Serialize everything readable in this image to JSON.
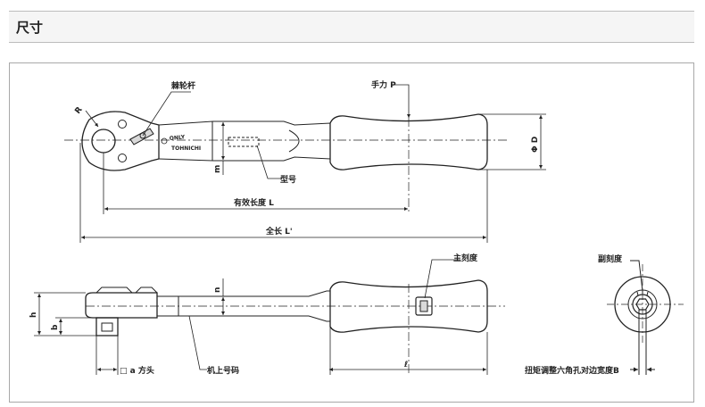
{
  "page": {
    "title": "尺寸"
  },
  "labels": {
    "ratchet_rod": "棘轮杆",
    "hand_force": "手力 P",
    "radius": "R",
    "phi_d": "Φ D",
    "m": "m",
    "model_no": "型号",
    "effective_length": "有效长度 L",
    "total_length": "全长 L'",
    "main_scale": "主刻度",
    "sub_scale": "副刻度",
    "h": "h",
    "b": "b",
    "n": "n",
    "a_square": "□ a  方头",
    "machine_no": "机上号码",
    "l": "ℓ",
    "hex_width": "扭矩调整六角孔对边宽度B"
  },
  "brand": {
    "only": "ONLY",
    "name": "TOHNICHI"
  },
  "colors": {
    "line": "#222222",
    "frame": "#a8a8a8",
    "header_bg": "#f5f5f5"
  }
}
